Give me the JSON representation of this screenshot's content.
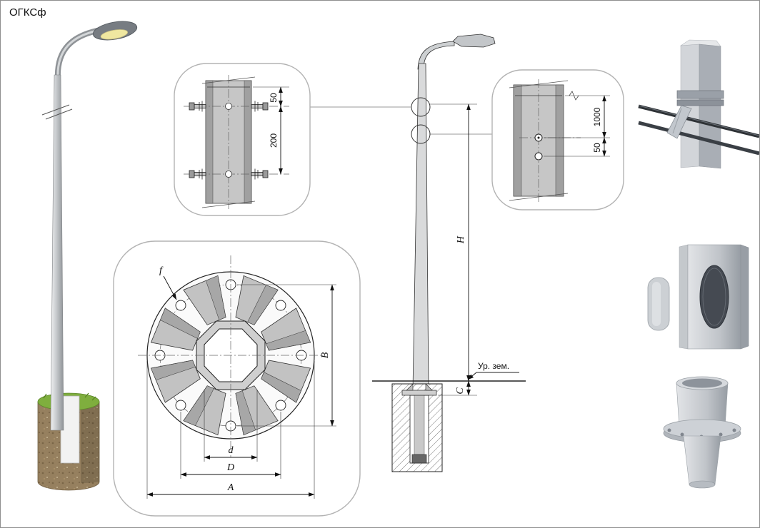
{
  "title": "ОГКСф",
  "callouts": {
    "bolt_detail": {
      "dim_top": "50",
      "dim_bottom": "200"
    },
    "hole_detail": {
      "dim_top": "1000",
      "dim_bottom": "50"
    },
    "flange_detail": {
      "label_f": "f",
      "label_B": "B",
      "label_d": "d",
      "label_D": "D",
      "label_A": "A"
    }
  },
  "elevation": {
    "dim_height": "H",
    "dim_embed": "C",
    "ground_label": "Ур. зем."
  }
}
